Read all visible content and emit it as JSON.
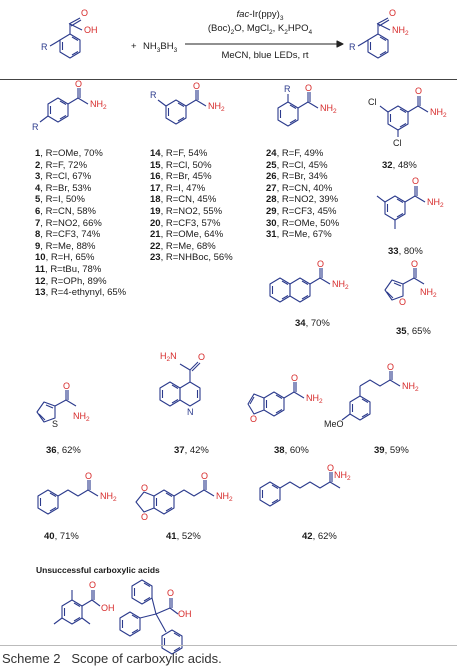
{
  "reaction": {
    "catalyst": "fac-Ir(ppy)3",
    "reagents": "(Boc)2O, MgCl2, K2HPO4",
    "solvent": "MeCN, blue LEDs, rt",
    "plus": "+",
    "amine": "NH3BH3"
  },
  "para_series": [
    {
      "num": "1",
      "text": ", R=OMe, 70%"
    },
    {
      "num": "2",
      "text": ", R=F, 72%"
    },
    {
      "num": "3",
      "text": ", R=Cl, 67%"
    },
    {
      "num": "4",
      "text": ", R=Br, 53%"
    },
    {
      "num": "5",
      "text": ", R=I, 50%"
    },
    {
      "num": "6",
      "text": ", R=CN, 58%"
    },
    {
      "num": "7",
      "text": ", R=NO2, 66%"
    },
    {
      "num": "8",
      "text": ", R=CF3, 74%"
    },
    {
      "num": "9",
      "text": ", R=Me, 88%"
    },
    {
      "num": "10",
      "text": ", R=H, 65%"
    },
    {
      "num": "11",
      "text": ", R=tBu, 78%"
    },
    {
      "num": "12",
      "text": ", R=OPh, 89%"
    },
    {
      "num": "13",
      "text": ", R=4-ethynyl, 65%"
    }
  ],
  "meta_series": [
    {
      "num": "14",
      "text": ", R=F, 54%"
    },
    {
      "num": "15",
      "text": ", R=Cl, 50%"
    },
    {
      "num": "16",
      "text": ", R=Br, 45%"
    },
    {
      "num": "17",
      "text": ", R=I, 47%"
    },
    {
      "num": "18",
      "text": ", R=CN, 45%"
    },
    {
      "num": "19",
      "text": ", R=NO2, 55%"
    },
    {
      "num": "20",
      "text": ", R=CF3, 57%"
    },
    {
      "num": "21",
      "text": ", R=OMe, 64%"
    },
    {
      "num": "22",
      "text": ", R=Me, 68%"
    },
    {
      "num": "23",
      "text": ", R=NHBoc, 56%"
    }
  ],
  "ortho_series": [
    {
      "num": "24",
      "text": ", R=F, 49%"
    },
    {
      "num": "25",
      "text": ", R=Cl, 45%"
    },
    {
      "num": "26",
      "text": ", R=Br, 34%"
    },
    {
      "num": "27",
      "text": ", R=CN, 40%"
    },
    {
      "num": "28",
      "text": ", R=NO2, 39%"
    },
    {
      "num": "29",
      "text": ", R=CF3, 45%"
    },
    {
      "num": "30",
      "text": ", R=OMe, 50%"
    },
    {
      "num": "31",
      "text": ", R=Me, 67%"
    }
  ],
  "singles": {
    "c32": {
      "num": "32",
      "yield": ", 48%"
    },
    "c33": {
      "num": "33",
      "yield": ", 80%"
    },
    "c34": {
      "num": "34",
      "yield": ", 70%"
    },
    "c35": {
      "num": "35",
      "yield": ", 65%"
    },
    "c36": {
      "num": "36",
      "yield": ", 62%"
    },
    "c37": {
      "num": "37",
      "yield": ", 42%"
    },
    "c38": {
      "num": "38",
      "yield": ", 60%"
    },
    "c39": {
      "num": "39",
      "yield": ", 59%"
    },
    "c40": {
      "num": "40",
      "yield": ", 71%"
    },
    "c41": {
      "num": "41",
      "yield": ", 52%"
    },
    "c42": {
      "num": "42",
      "yield": ", 62%"
    }
  },
  "atoms": {
    "O": "O",
    "OH": "OH",
    "NH2": "NH2",
    "R": "R",
    "Cl": "Cl",
    "N": "N",
    "S": "S",
    "MeO": "MeO",
    "H2N": "H2N"
  },
  "unsuccessful_heading": "Unsuccessful carboxylic acids",
  "caption": {
    "scheme": "Scheme 2",
    "title": "Scope of carboxylic acids."
  }
}
